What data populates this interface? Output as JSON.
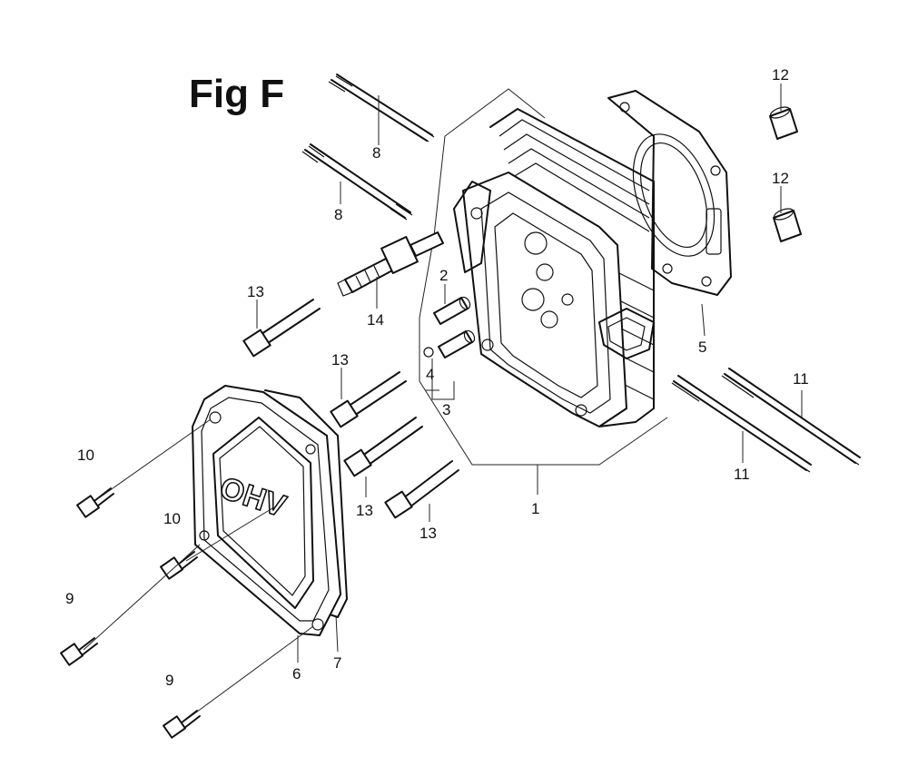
{
  "figure": {
    "title": "Fig F"
  },
  "cover_logo": "OHV",
  "callouts": [
    {
      "id": "c1",
      "text": "1"
    },
    {
      "id": "c2",
      "text": "2"
    },
    {
      "id": "c3",
      "text": "3"
    },
    {
      "id": "c4",
      "text": "4"
    },
    {
      "id": "c5",
      "text": "5"
    },
    {
      "id": "c6",
      "text": "6"
    },
    {
      "id": "c7",
      "text": "7"
    },
    {
      "id": "c8a",
      "text": "8"
    },
    {
      "id": "c8b",
      "text": "8"
    },
    {
      "id": "c9a",
      "text": "9"
    },
    {
      "id": "c9b",
      "text": "9"
    },
    {
      "id": "c10a",
      "text": "10"
    },
    {
      "id": "c10b",
      "text": "10"
    },
    {
      "id": "c11a",
      "text": "11"
    },
    {
      "id": "c11b",
      "text": "11"
    },
    {
      "id": "c12a",
      "text": "12"
    },
    {
      "id": "c12b",
      "text": "12"
    },
    {
      "id": "c13a",
      "text": "13"
    },
    {
      "id": "c13b",
      "text": "13"
    },
    {
      "id": "c13c",
      "text": "13"
    },
    {
      "id": "c13d",
      "text": "13"
    },
    {
      "id": "c14",
      "text": "14"
    }
  ]
}
